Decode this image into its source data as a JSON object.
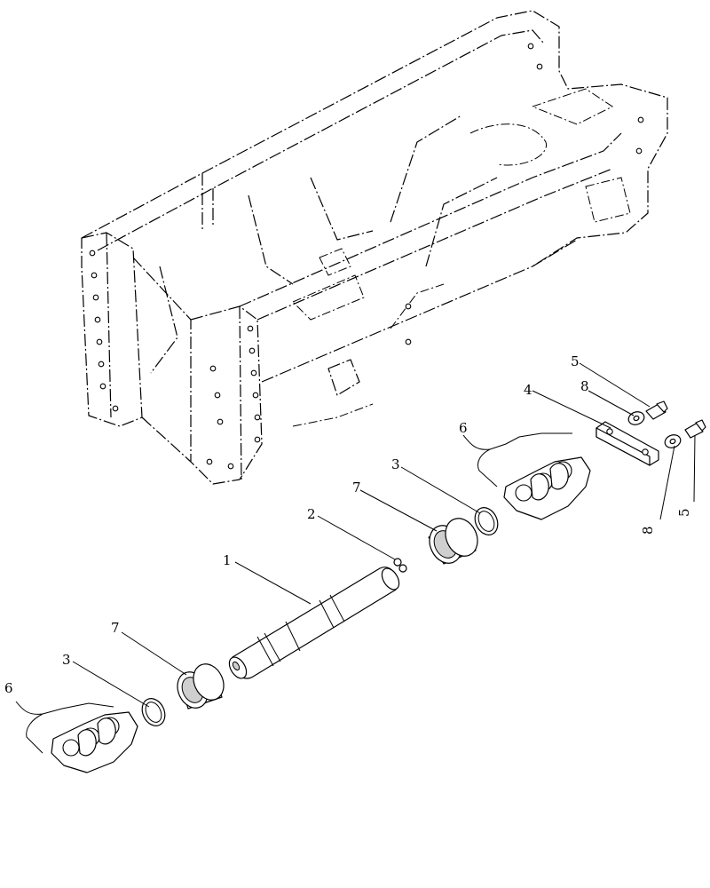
{
  "callouts": {
    "c1": "1",
    "c2": "2",
    "c3a": "3",
    "c3b": "3",
    "c4": "4",
    "c5a": "5",
    "c5b": "5",
    "c6a": "6",
    "c6b": "6",
    "c7a": "7",
    "c7b": "7",
    "c8a": "8",
    "c8b": "8"
  }
}
